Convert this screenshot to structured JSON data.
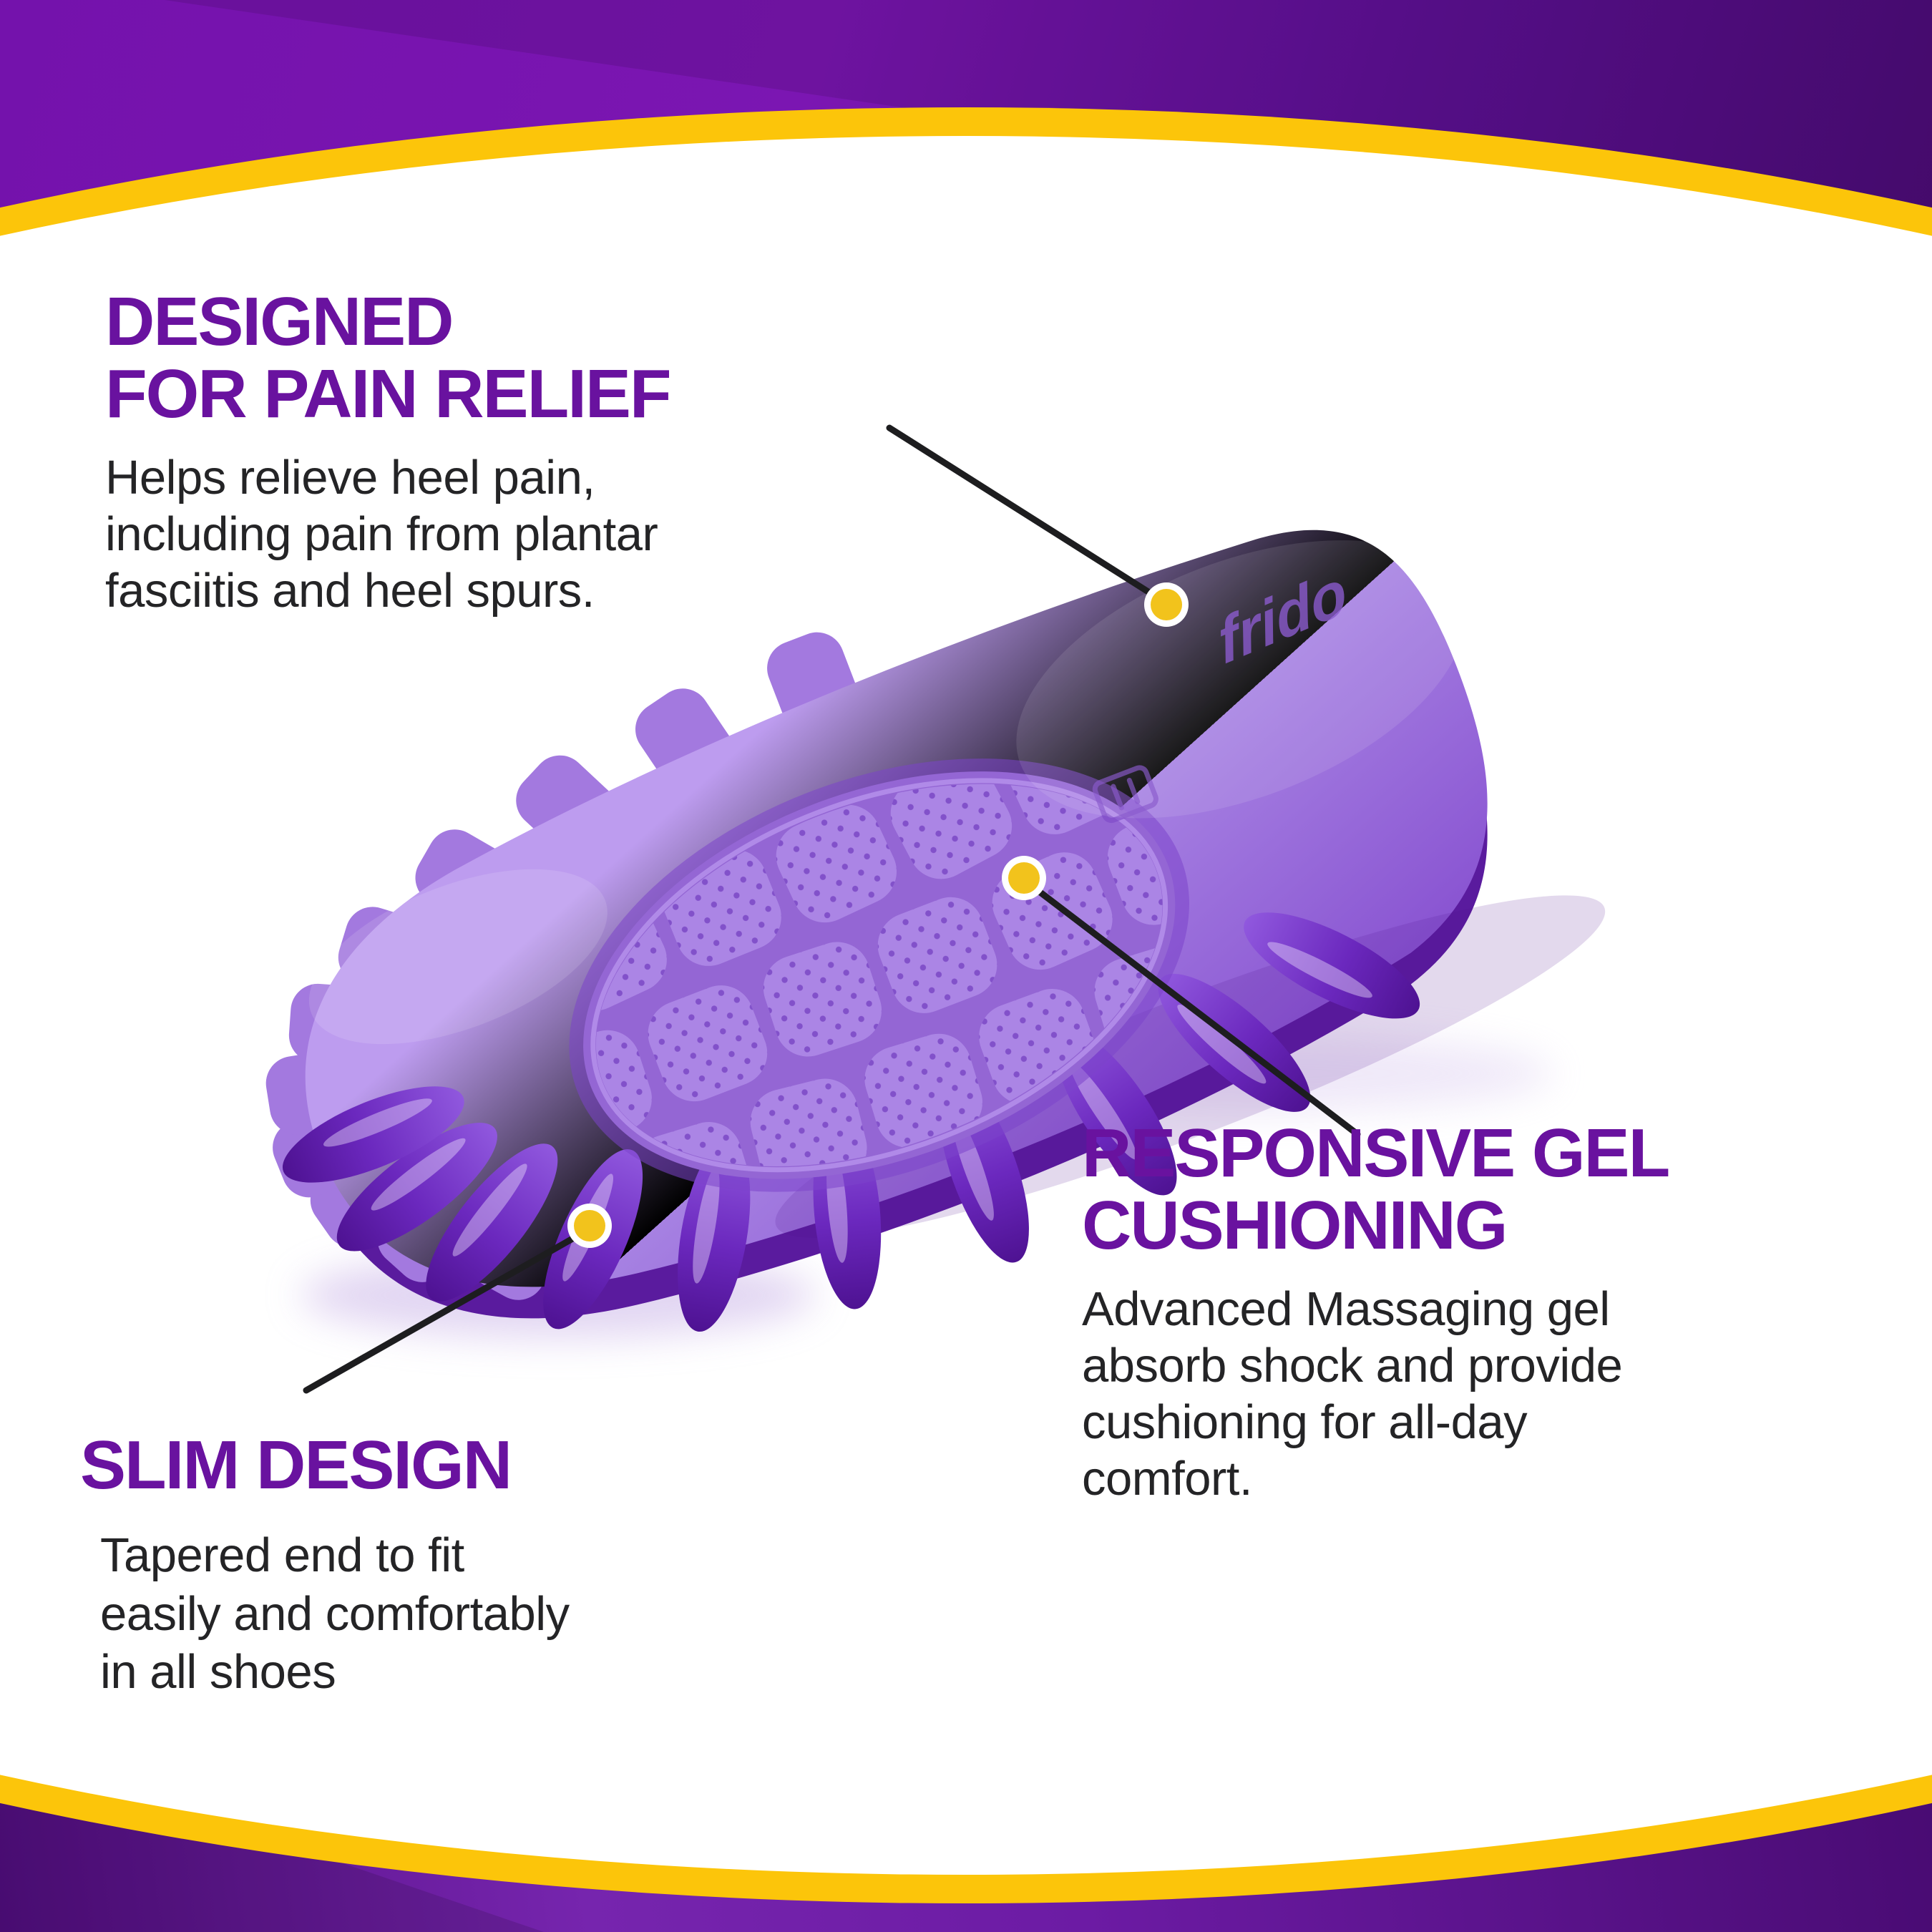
{
  "page": {
    "kind": "product-feature-infographic"
  },
  "brand": {
    "embossed_text": "frido",
    "logo_mark_icon": "frido-monogram-icon"
  },
  "colors": {
    "accent_purple_heading": "#69129F",
    "body_text": "#242426",
    "band_gold": "#FCC50A",
    "dot_gold": "#F2C31C",
    "bg_purple_bright": "#7B16B2",
    "bg_purple_dark": "#4A0C74",
    "product_lavender": "#A881E2",
    "product_deep_purple": "#5A1B9E"
  },
  "callouts": {
    "pain_relief": {
      "title_lines": [
        "DESIGNED",
        "FOR PAIN RELIEF"
      ],
      "body_lines": [
        "Helps relieve heel pain,",
        "including pain from plantar",
        "fasciitis and heel spurs."
      ]
    },
    "gel_cushioning": {
      "title_lines": [
        "RESPONSIVE GEL",
        "CUSHIONING"
      ],
      "body_lines": [
        "Advanced Massaging gel",
        "absorb shock and provide",
        "cushioning for all-day",
        "comfort."
      ]
    },
    "slim_design": {
      "title_lines": [
        "SLIM DESIGN"
      ],
      "body_lines": [
        "Tapered end to fit",
        "easily and comfortably",
        "in all shoes"
      ]
    }
  }
}
